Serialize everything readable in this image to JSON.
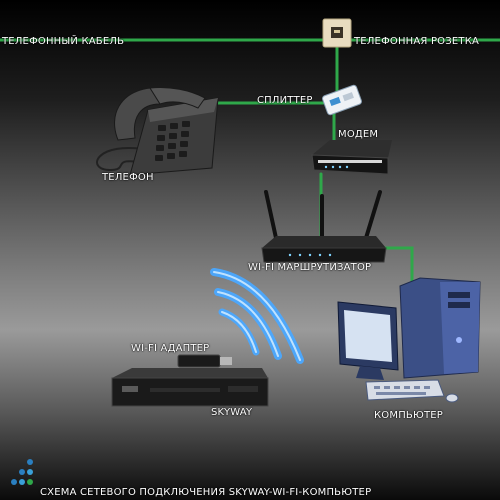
{
  "labels": {
    "phone_cable": "ТЕЛЕФОННЫЙ КАБЕЛЬ",
    "phone_socket": "ТЕЛЕФОННАЯ РОЗЕТКА",
    "splitter": "СПЛИТТЕР",
    "modem": "МОДЕМ",
    "telephone": "ТЕЛЕФОН",
    "router": "WI-FI МАРШРУТИЗАТОР",
    "wifi_adapter": "WI-FI АДАПТЕР",
    "receiver": "SKYWAY",
    "computer": "КОМПЬЮТЕР"
  },
  "footer": {
    "caption": "СХЕМА СЕТЕВОГО ПОДКЛЮЧЕНИЯ SKYWAY-WI-FI-КОМПЬЮТЕР"
  },
  "colors": {
    "wire": "#2fa84a",
    "wifi_wave": "#4aa8ff",
    "logo_dots": [
      "#2a7fc0",
      "#3aa0d8",
      "#2fa84a"
    ]
  },
  "icons": {
    "socket": "wall-socket-icon",
    "splitter": "splitter-icon",
    "phone": "telephone-icon",
    "modem": "modem-icon",
    "router": "router-icon",
    "receiver": "satellite-receiver-icon",
    "adapter": "usb-wifi-adapter-icon",
    "computer": "desktop-computer-icon",
    "wifi": "wifi-signal-icon",
    "logo": "logo-dots-icon"
  }
}
